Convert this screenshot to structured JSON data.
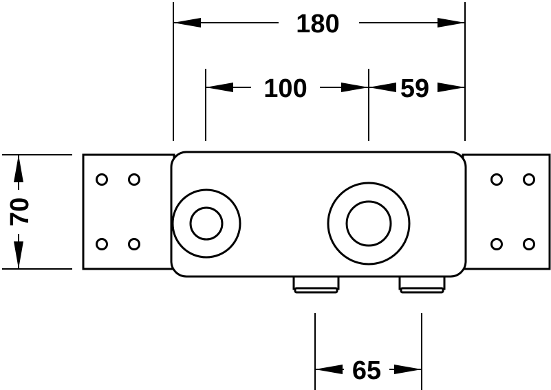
{
  "dimensions": {
    "overall_width": "180",
    "inner_offset": "100",
    "right_offset": "59",
    "height": "70",
    "connector_spacing": "65"
  },
  "colors": {
    "line": "#000000",
    "background": "#ffffff"
  }
}
